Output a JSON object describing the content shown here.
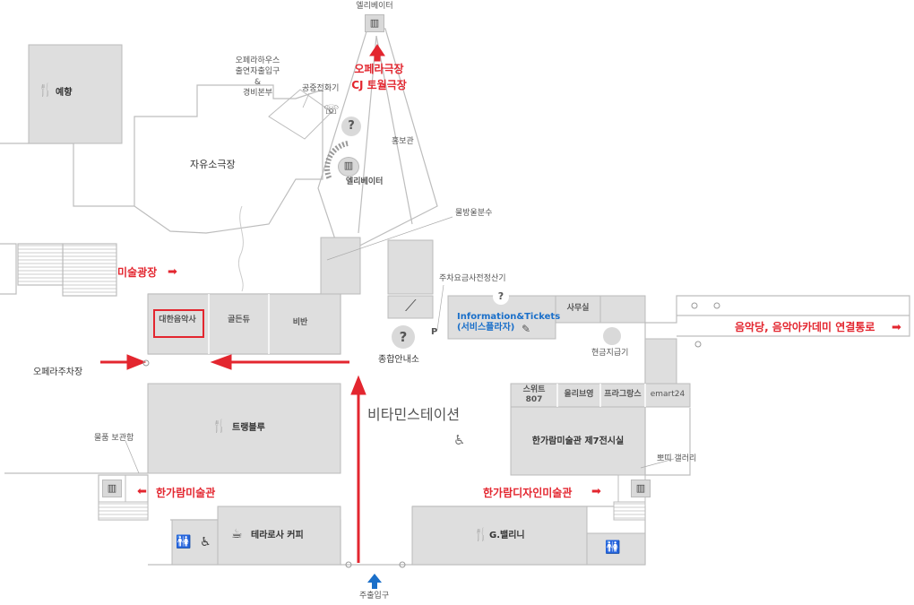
{
  "labels": {
    "elevator_top": "엘리베이터",
    "opera_line1": "오페라극장",
    "opera_line2": "CJ 토월극장",
    "opera_house_entry_1": "오페라하우스",
    "opera_house_entry_2": "출연자출입구",
    "opera_house_entry_3": "&",
    "opera_house_entry_4": "경비본부",
    "public_phone": "공중전화기",
    "pr_hall": "홍보관",
    "elevator_mid": "엘리베이터",
    "yehyang": "예향",
    "free_theater": "자유소극장",
    "water_fountain": "물방울분수",
    "art_plaza": "미술광장",
    "parking_machine": "주차요금사전정산기",
    "daehan_music": "대한음악사",
    "golden_dew": "골든듀",
    "biban": "비반",
    "info_tickets": "Information&Tickets",
    "service_plaza": "(서비스플라자)",
    "office": "사무실",
    "music_hall_link": "음악당, 음악아카데미 연결통로",
    "opera_parking": "오페라주차장",
    "info_center": "종합안내소",
    "atm": "현금지급기",
    "vitamin_station": "비타민스테이션",
    "sweet_807": "스위트\n807",
    "olive_young": "올리브영",
    "fragrance": "프라그랑스",
    "emart24": "emart24",
    "tranbleu": "트랭블루",
    "exhibit_7": "한가람미술관 제7전시실",
    "locker": "물품 보관함",
    "ppotti_gallery": "뽀띠 갤러리",
    "hangaram_art": "한가람미술관",
    "hangaram_design": "한가람디자인미술관",
    "terrarosa": "테라로사 커피",
    "g_valley": "G.밸리니",
    "main_entrance": "주출입구",
    "parking_p": "P"
  },
  "colors": {
    "room_fill": "#dedede",
    "room_stroke": "#bbbbbb",
    "outline": "#bdbdbd",
    "highlight": "#e3262f",
    "route": "#e3262f",
    "entrance_arrow": "#1a6fc9"
  },
  "icons": {
    "restaurant": "fork-knife-icon",
    "elevator": "elevator-icon",
    "info": "question-icon",
    "phone": "phone-icon",
    "escalator": "escalator-icon",
    "accessible": "wheelchair-icon",
    "restroom": "restroom-icon",
    "coffee": "coffee-cup-icon",
    "ticket": "ticket-icon"
  }
}
